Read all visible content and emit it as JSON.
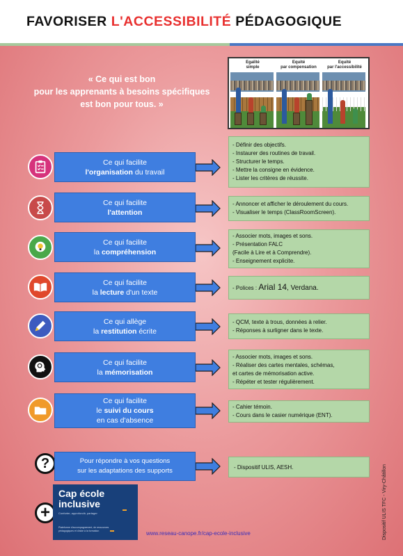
{
  "header": {
    "title_1": "FAVORISER",
    "title_2": "L'ACCESSIBILITÉ",
    "title_3": "PÉDAGOGIQUE"
  },
  "quote": {
    "line1": "« Ce qui est bon",
    "line2": "pour les apprenants à besoins spécifiques",
    "line3": "est bon pour tous. »"
  },
  "illustration": {
    "labels": [
      {
        "l1": "Egalité",
        "l2": "simple"
      },
      {
        "l1": "Equité",
        "l2": "par compensation"
      },
      {
        "l1": "Equité",
        "l2": "par l'accessibilité"
      }
    ]
  },
  "rows": [
    {
      "icon": "clipboard-icon",
      "icon_color": "#d6337c",
      "pre": "Ce qui facilite",
      "bold": "l'organisation",
      "post": " du travail",
      "items": [
        "- Définir des objectifs.",
        "- Instaurer des routines de travail.",
        "- Structurer le temps.",
        "- Mettre la consigne en évidence.",
        "- Lister les critères de réussite."
      ]
    },
    {
      "icon": "hourglass-icon",
      "icon_color": "#c84a4a",
      "pre": "Ce qui facilite",
      "bold": "l'attention",
      "post": "",
      "items": [
        "- Annoncer et afficher le déroulement du cours.",
        "- Visualiser le temps (ClassRoomScreen)."
      ]
    },
    {
      "icon": "head-lightbulb-icon",
      "icon_color": "#4aa84a",
      "pre": "Ce qui facilite",
      "bold": "compréhension",
      "pre2": "la ",
      "items": [
        "- Associer mots, images et sons.",
        "- Présentation FALC",
        "(Facile à Lire et à Comprendre).",
        "- Enseignement explicite."
      ]
    },
    {
      "icon": "open-book-icon",
      "icon_color": "#e0482c",
      "pre": "Ce qui facilite",
      "bold": "lecture",
      "pre2": "la ",
      "post": " d'un texte",
      "items": [
        "- Polices :",
        "Arial 14",
        ", Verdana."
      ]
    },
    {
      "icon": "pencil-icon",
      "icon_color": "#3d5bbf",
      "pre": "Ce qui allège",
      "bold": "restitution",
      "pre2": "la ",
      "post": " écrite",
      "items": [
        "- QCM, texte à trous, données à relier.",
        "- Réponses à surligner dans le texte."
      ]
    },
    {
      "icon": "brain-head-icon",
      "icon_color": "#111111",
      "pre": "Ce qui facilite",
      "bold": "mémorisation",
      "pre2": "la ",
      "items": [
        "- Associer mots, images et sons.",
        "- Réaliser des cartes mentales, schémas,",
        "et cartes de mémorisation active.",
        "- Répéter et tester régulièrement."
      ]
    },
    {
      "icon": "folder-icon",
      "icon_color": "#f09a2a",
      "pre": "Ce qui facilite",
      "bold": "suivi du cours",
      "pre2": "le ",
      "post2": "en cas d'absence",
      "items": [
        "- Cahier témoin.",
        "- Cours dans le casier numérique (ENT)."
      ]
    }
  ],
  "bottom": {
    "q_line1": "Pour répondre à vos questions",
    "q_line2": "sur les adaptations des supports",
    "q_answer": "- Dispositif ULIS, AESH.",
    "q_glyph": "?",
    "plus_glyph": "+",
    "cap_title1": "Cap école",
    "cap_title2": "inclusive",
    "cap_sub": "Conforter, approfondir, partager",
    "cap_desc": "Plateforme d'accompagnement, de ressources pédagogiques et d'aide à la formation",
    "url": "www.reseau-canope.fr/cap-ecole-inclusive",
    "vertical": "Dispositif ULIS TFC - Viry-Châtillon"
  },
  "colors": {
    "blue_box": "#3f7ee0",
    "green_box": "#b4d7a8",
    "title_red": "#e8302f"
  }
}
